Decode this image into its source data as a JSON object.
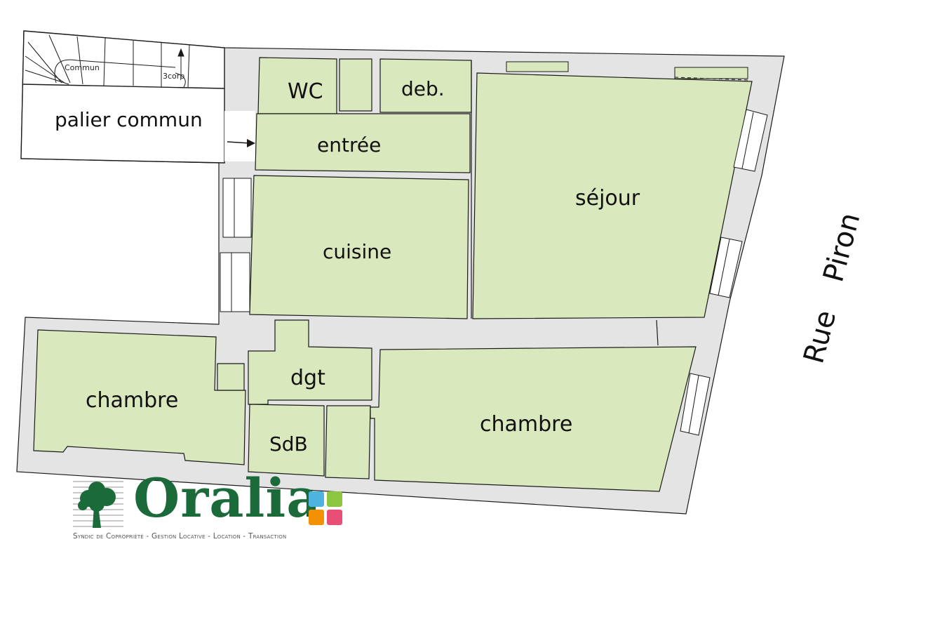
{
  "rooms": {
    "palier": "palier commun",
    "wc": "WC",
    "deb": "deb.",
    "entree": "entrée",
    "cuisine": "cuisine",
    "sejour": "séjour",
    "chambre_left": "chambre",
    "chambre_right": "chambre",
    "dgt": "dgt",
    "sdb": "SdB"
  },
  "stair_labels": {
    "left": "Commun",
    "right": "3corp"
  },
  "street": {
    "word1": "Rue",
    "word2": "Piron"
  },
  "logo": {
    "name": "Oralia",
    "tagline": "Syndic de Copropriété - Gestion Locative - Location - Transaction"
  },
  "colors": {
    "room_fill": "#d9e8bd",
    "wall_fill": "#e4e4e4",
    "line": "#1a1a1a",
    "brand_green": "#1b6b3a",
    "tile_blue": "#4fb3e0",
    "tile_green": "#8cc63f",
    "tile_orange": "#f39200",
    "tile_pink": "#e94e77"
  }
}
